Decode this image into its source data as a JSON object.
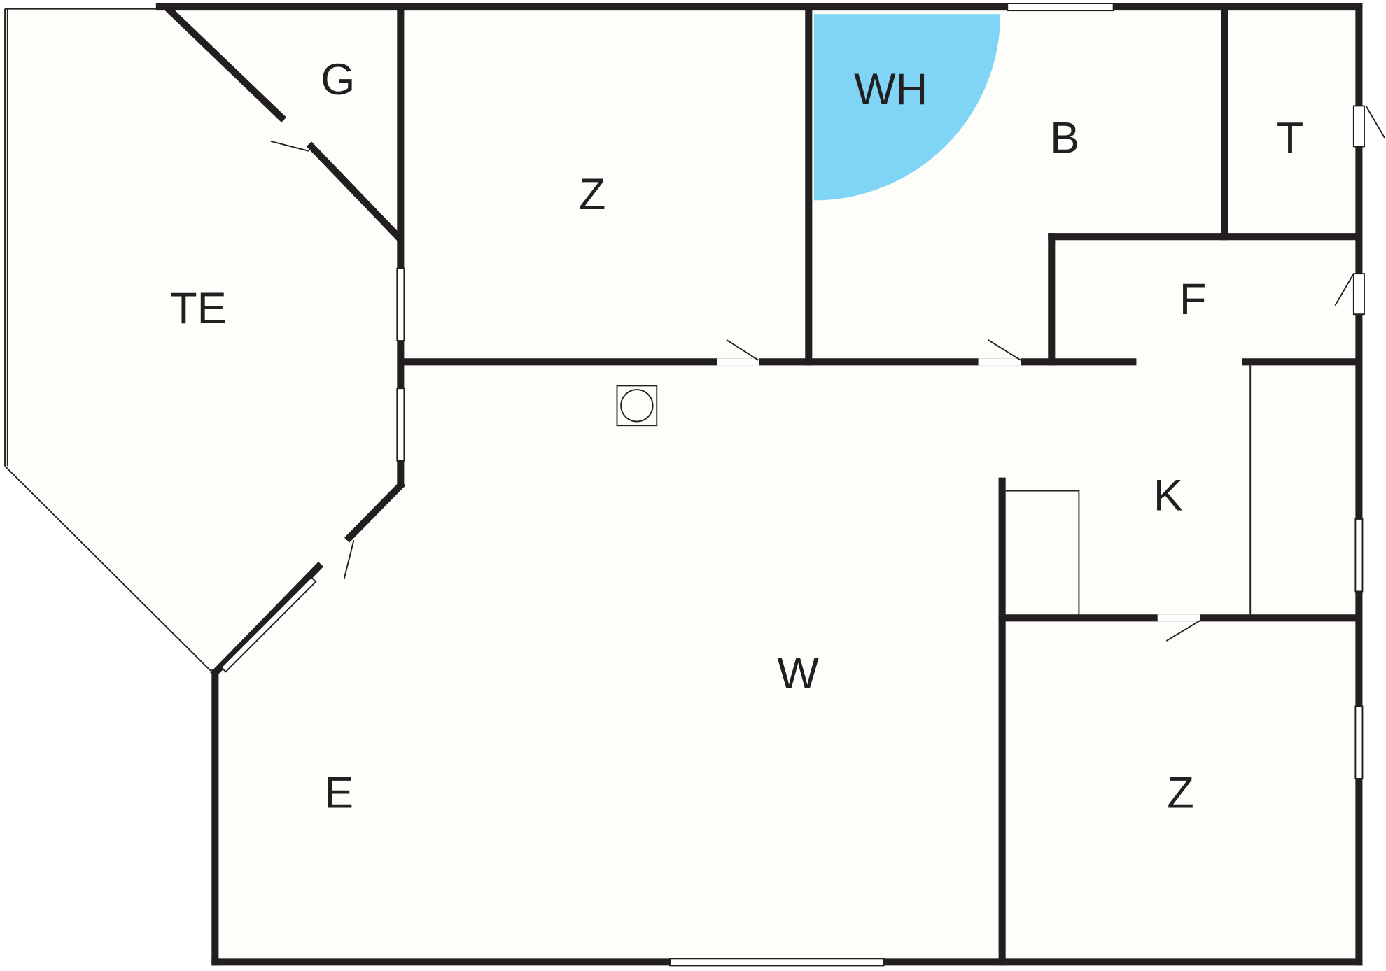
{
  "rooms": {
    "g": "G",
    "z_top": "Z",
    "wh": "WH",
    "b": "B",
    "t": "T",
    "te": "TE",
    "f": "F",
    "k": "K",
    "w": "W",
    "e": "E",
    "z_bottom": "Z"
  },
  "colors": {
    "wall": "#231f20",
    "floor": "#fdfdf9",
    "wh_area": "#80d4f6"
  }
}
